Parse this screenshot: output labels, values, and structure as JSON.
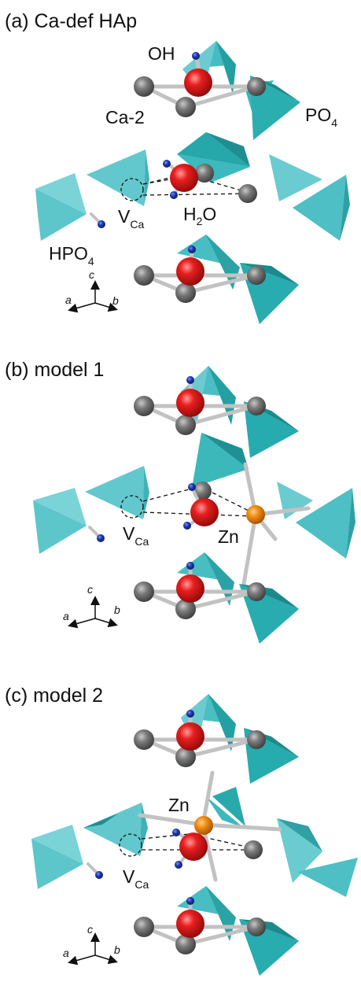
{
  "panels": [
    {
      "title": "(a) Ca-def HAp",
      "labels": {
        "oh": "OH",
        "ca2": "Ca-2",
        "po4_main": "PO",
        "po4_sub": "4",
        "vca_main": "V",
        "vca_sub": "Ca",
        "h2o_h": "H",
        "h2o_sub": "2",
        "h2o_o": "O",
        "hpo4_main": "HPO",
        "hpo4_sub": "4"
      },
      "axes": {
        "c": "c",
        "a": "a",
        "b": "b"
      }
    },
    {
      "title": "(b) model 1",
      "labels": {
        "vca_main": "V",
        "vca_sub": "Ca",
        "zn": "Zn"
      },
      "axes": {
        "c": "c",
        "a": "a",
        "b": "b"
      }
    },
    {
      "title": "(c) model 2",
      "labels": {
        "vca_main": "V",
        "vca_sub": "Ca",
        "zn": "Zn"
      },
      "axes": {
        "c": "c",
        "a": "a",
        "b": "b"
      }
    }
  ],
  "colors": {
    "tetra_light": "#5ec5cc",
    "tetra_mid": "#2fb3b3",
    "tetra_dark": "#1f8f92",
    "oxygen": "#e01d1d",
    "calcium": "#6f6f6f",
    "hydrogen": "#1a3aa8",
    "zinc": "#ef8a12",
    "bond": "#c2c2c2"
  }
}
